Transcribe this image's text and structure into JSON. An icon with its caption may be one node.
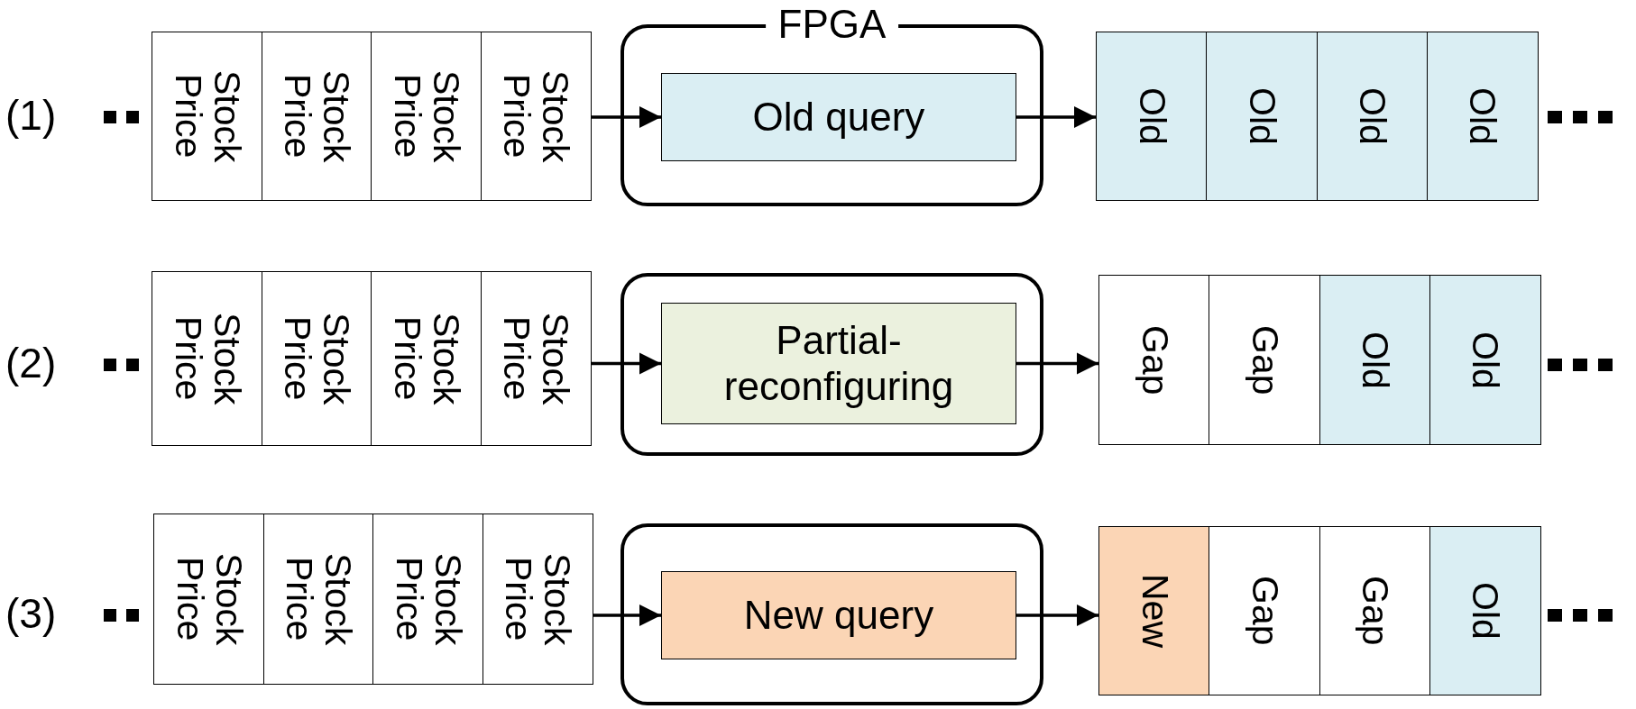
{
  "diagram": {
    "nodes": [
      {
        "text": [
          "Stock Price"
        ]
      },
      {
        "text": [
          "Stock Price"
        ]
      },
      {
        "text": [
          "Stock Price"
        ]
      },
      {
        "text": [
          "Stock Price"
        ]
      },
      {
        "text": [
          "FPGA"
        ]
      },
      {
        "text": [
          "Old query"
        ],
        "in": 4
      },
      {
        "text": [
          "Old"
        ]
      },
      {
        "text": [
          "Old"
        ]
      },
      {
        "text": [
          "Old"
        ]
      },
      {
        "text": [
          "Old"
        ]
      },
      {
        "text": [
          "Stock Price"
        ]
      },
      {
        "text": [
          "Stock Price"
        ]
      },
      {
        "text": [
          "Stock Price"
        ]
      },
      {
        "text": [
          "Stock Price"
        ]
      },
      {
        "text": [],
        "shape": "box"
      },
      {
        "text": [
          "Partial- reconfiguring"
        ],
        "in": 14
      },
      {
        "text": [
          "Gap"
        ]
      },
      {
        "text": [
          "Gap"
        ]
      },
      {
        "text": [
          "Old"
        ]
      },
      {
        "text": [
          "Old"
        ]
      },
      {
        "text": [
          "Stock Price"
        ]
      },
      {
        "text": [
          "Stock Price"
        ]
      },
      {
        "text": [
          "Stock Price"
        ]
      },
      {
        "text": [
          "Stock Price"
        ]
      },
      {
        "text": [],
        "shape": "box"
      },
      {
        "text": [
          "New query"
        ],
        "in": 24
      },
      {
        "text": [
          "New"
        ]
      },
      {
        "text": [
          "Gap"
        ]
      },
      {
        "text": [
          "Gap"
        ]
      },
      {
        "text": [
          "Old"
        ]
      }
    ],
    "edges": [
      {
        "from": 3,
        "to": 5,
        "arrow": "to"
      },
      {
        "from": 5,
        "to": 6,
        "arrow": "to"
      },
      {
        "from": 13,
        "to": 15,
        "arrow": "to"
      },
      {
        "from": 15,
        "to": 16,
        "arrow": "to"
      },
      {
        "from": 23,
        "to": 25,
        "arrow": "to"
      },
      {
        "from": 25,
        "to": 26,
        "arrow": "to"
      }
    ],
    "labels": [
      "(1)",
      "(2)",
      "(3)"
    ]
  }
}
